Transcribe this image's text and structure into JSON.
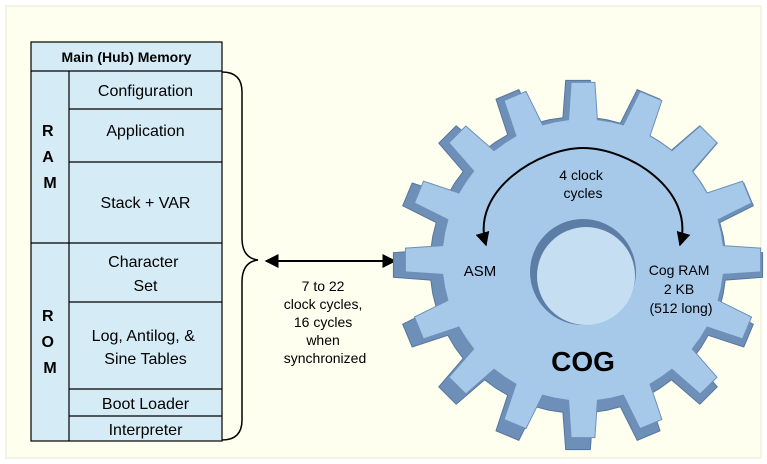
{
  "memory": {
    "title": "Main (Hub) Memory",
    "ram_label": [
      "R",
      "A",
      "M"
    ],
    "rom_label": [
      "R",
      "O",
      "M"
    ],
    "sections": [
      {
        "lines": [
          "Configuration"
        ]
      },
      {
        "lines": [
          "Application"
        ]
      },
      {
        "lines": [
          "Stack + VAR"
        ]
      },
      {
        "lines": [
          "Character",
          "Set"
        ]
      },
      {
        "lines": [
          "Log, Antilog, &",
          "Sine Tables"
        ]
      },
      {
        "lines": [
          "Boot Loader"
        ]
      },
      {
        "lines": [
          "Interpreter"
        ]
      }
    ]
  },
  "hub_transfer": {
    "lines": [
      "7 to 22",
      "clock cycles,",
      "16 cycles",
      "when",
      "synchronized"
    ]
  },
  "cog": {
    "title": "COG",
    "asm_label": "ASM",
    "internal_cycle": [
      "4 clock",
      "cycles"
    ],
    "cog_ram": [
      "Cog RAM",
      "2 KB",
      "(512 long)"
    ]
  },
  "colors": {
    "background": "#fffff0",
    "memory_fill": "#d5ecf7",
    "gear_light": "#a6c9ea",
    "gear_dark": "#6e90b8",
    "gear_hole": "#c6def2",
    "line": "#000000"
  }
}
